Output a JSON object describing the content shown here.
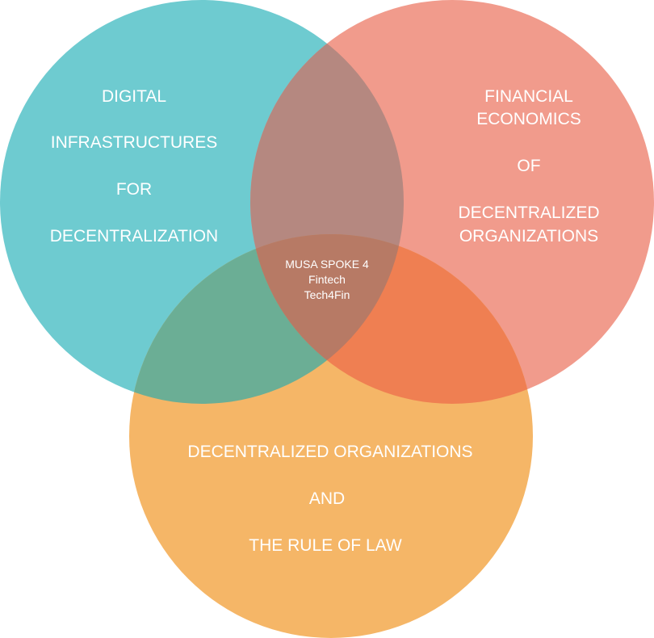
{
  "colors": {
    "teal": "#6ECBD0",
    "salmon": "#F19B8C",
    "orange": "#F5B667",
    "teal_salmon": "#B58880",
    "teal_orange": "#6BAE95",
    "salmon_orange": "#EF7F52",
    "all": "#B77A65"
  },
  "circles": {
    "left": {
      "lines": [
        "DIGITAL",
        "INFRASTRUCTURES",
        "FOR",
        "DECENTRALIZATION"
      ]
    },
    "right": {
      "lines": [
        "FINANCIAL",
        "ECONOMICS",
        "OF",
        "DECENTRALIZED",
        "ORGANIZATIONS"
      ]
    },
    "bottom": {
      "lines": [
        "DECENTRALIZED ORGANIZATIONS",
        "AND",
        "THE RULE OF LAW"
      ]
    }
  },
  "center": {
    "lines": [
      "MUSA SPOKE 4",
      "Fintech",
      "Tech4Fin"
    ]
  }
}
